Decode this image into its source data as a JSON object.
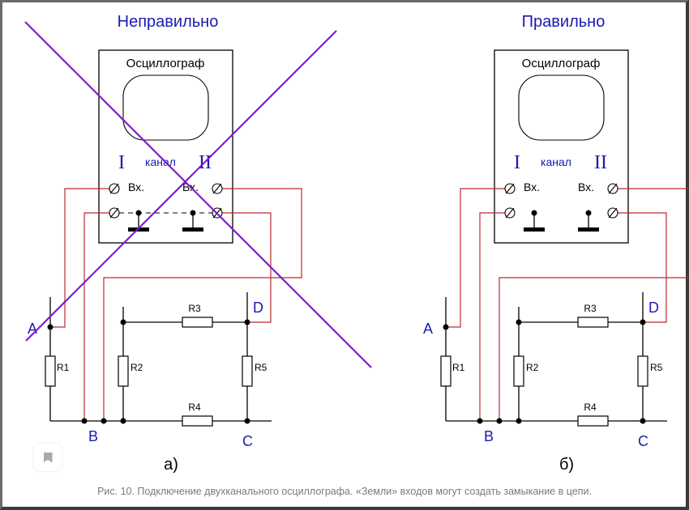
{
  "colors": {
    "label_blue": "#1a1ab4",
    "wire_red": "#c0282e",
    "cross_purple": "#7a1fc8",
    "ink": "#000000"
  },
  "panels": [
    {
      "id": "wrong",
      "title": "Неправильно",
      "device_label": "Осциллограф",
      "channel_word": "канал",
      "channel_1": "I",
      "channel_2": "II",
      "input_label_1": "Вх.",
      "input_label_2": "Вх.",
      "grounds_joined": true,
      "crossed_out": true,
      "node_labels": {
        "a": "A",
        "b": "B",
        "c": "C",
        "d": "D"
      },
      "resistors": [
        "R1",
        "R2",
        "R3",
        "R4",
        "R5"
      ],
      "sub_label": "а)"
    },
    {
      "id": "right",
      "title": "Правильно",
      "device_label": "Осциллограф",
      "channel_word": "канал",
      "channel_1": "I",
      "channel_2": "II",
      "input_label_1": "Вх.",
      "input_label_2": "Вх.",
      "grounds_joined": false,
      "crossed_out": false,
      "node_labels": {
        "a": "A",
        "b": "B",
        "c": "C",
        "d": "D"
      },
      "resistors": [
        "R1",
        "R2",
        "R3",
        "R4",
        "R5"
      ],
      "sub_label": "б)"
    }
  ],
  "caption": "Рис. 10. Подключение двухканального осциллографа. «Земли» входов могут создать замыкание в цепи.",
  "icons": {
    "bookmark": "bookmark-icon"
  }
}
